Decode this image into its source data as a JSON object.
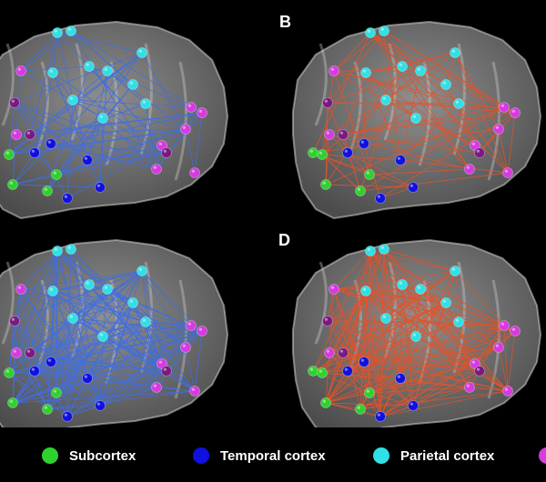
{
  "panels": [
    {
      "id": "A",
      "label": "",
      "edge_color": "#3f6fe0",
      "density": "low"
    },
    {
      "id": "B",
      "label": "B",
      "edge_color": "#e0542a",
      "density": "low"
    },
    {
      "id": "C",
      "label": "",
      "edge_color": "#3f6fe0",
      "density": "high"
    },
    {
      "id": "D",
      "label": "D",
      "edge_color": "#e0542a",
      "density": "high"
    }
  ],
  "legend": [
    {
      "label": "Subcortex",
      "color": "#2fd12f"
    },
    {
      "label": "Temporal cortex",
      "color": "#1010e0"
    },
    {
      "label": "Parietal cortex",
      "color": "#2fe0e6"
    },
    {
      "label": "",
      "color": "#d63ae0"
    }
  ],
  "node_colors": {
    "subcortex": "#2fd12f",
    "temporal": "#1010e0",
    "parietal": "#2fe0e6",
    "frontal": "#d63ae0",
    "deep": "#7a1a80"
  },
  "background": "#000000",
  "brain_fill": "#8a8a8a"
}
